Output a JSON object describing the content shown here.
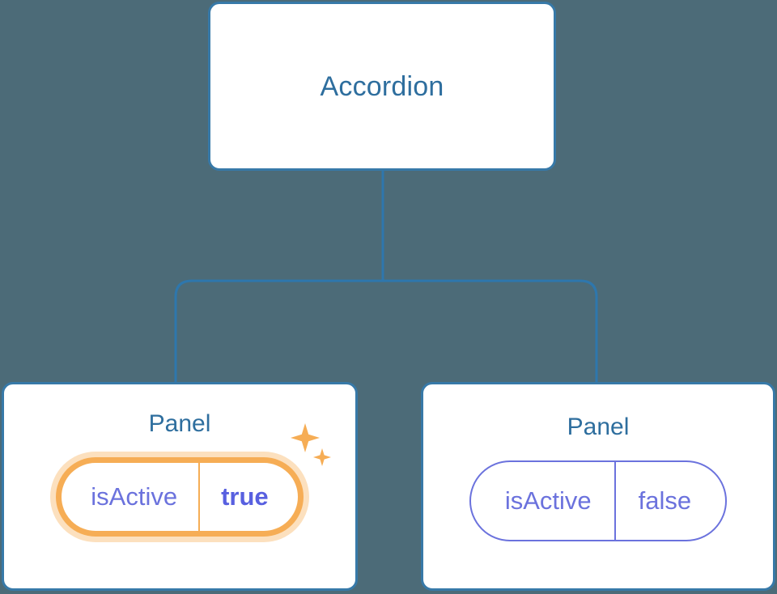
{
  "canvas": {
    "background_color": "#4c6b78",
    "accent_blue": "#3779a8",
    "title_blue": "#2e6e9e",
    "prop_purple": "#6b72dd",
    "highlight_orange": "#f6ad55",
    "highlight_glow": "#fad79b"
  },
  "tree": {
    "root": {
      "title": "Accordion"
    },
    "children": [
      {
        "title": "Panel",
        "prop": {
          "key": "isActive",
          "value": "true"
        },
        "highlighted": true,
        "sparkle_icon": "sparkles-icon"
      },
      {
        "title": "Panel",
        "prop": {
          "key": "isActive",
          "value": "false"
        },
        "highlighted": false
      }
    ]
  },
  "connector": {
    "stroke_color": "#2e77ad",
    "stroke_width": 3
  }
}
